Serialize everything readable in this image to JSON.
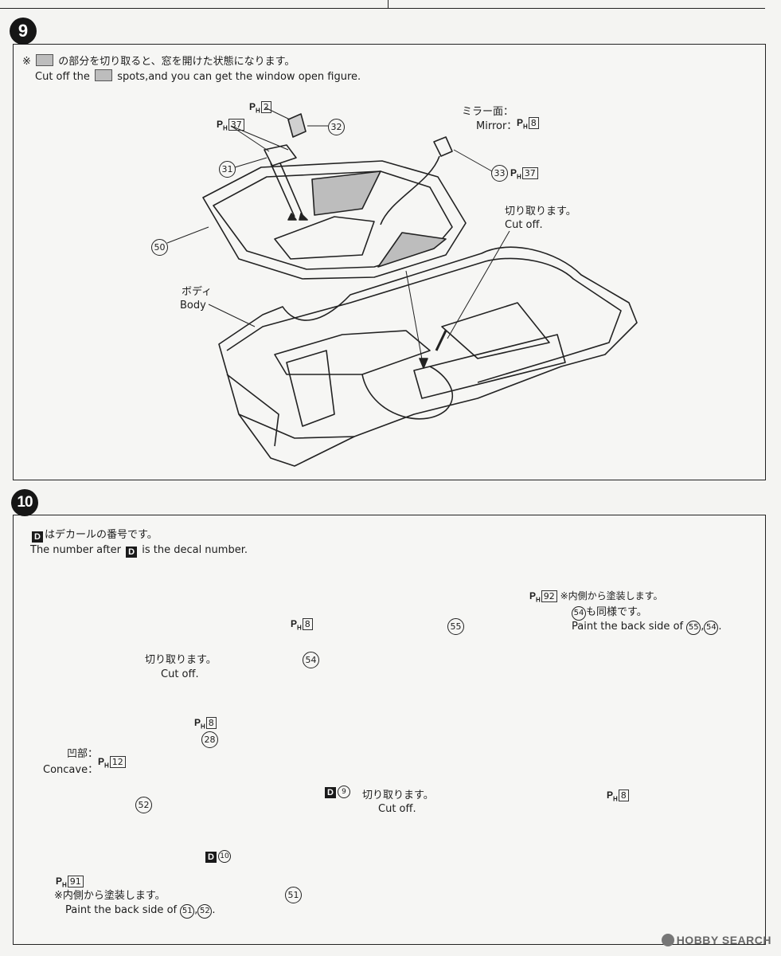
{
  "steps": {
    "s9": {
      "number": "9"
    },
    "s10": {
      "number": "10"
    }
  },
  "step9": {
    "note_jp_prefix": "※",
    "note_jp_suffix": "の部分を切り取ると、窓を開けた状態になります。",
    "note_en_prefix": "Cut off the",
    "note_en_suffix": "spots,and you can get the window open figure.",
    "paints": [
      {
        "code": "2"
      },
      {
        "code": "37"
      },
      {
        "code": "8"
      },
      {
        "code": "37"
      }
    ],
    "mirror_jp": "ミラー面：",
    "mirror_en": "Mirror：",
    "cut_jp": "切り取ります。",
    "cut_en": "Cut off.",
    "body_jp": "ボディ",
    "body_en": "Body",
    "parts": [
      "32",
      "31",
      "33",
      "50"
    ]
  },
  "step10": {
    "decal_note_jp": "はデカールの番号です。",
    "decal_note_en_prefix": "The number after",
    "decal_note_en_suffix": "is the decal number.",
    "decal_letter": "D",
    "ph92_jp": "※内側から塗装します。",
    "ph92_jp2_suffix": "も同様です。",
    "ph92_en": "Paint the back side of",
    "ph92_en_parts": [
      "55",
      "54"
    ],
    "cut1_jp": "切り取ります。",
    "cut1_en": "Cut off.",
    "cut2_jp": "切り取ります。",
    "cut2_en": "Cut off.",
    "concave_jp": "凹部：",
    "concave_en": "Concave：",
    "ph91_jp": "※内側から塗装します。",
    "ph91_en": "Paint the back side of",
    "ph91_en_parts": [
      "51",
      "52"
    ],
    "paints": [
      {
        "code": "92"
      },
      {
        "code": "8"
      },
      {
        "code": "8"
      },
      {
        "code": "12"
      },
      {
        "code": "8"
      },
      {
        "code": "91"
      }
    ],
    "decals": [
      "9",
      "10"
    ],
    "parts": [
      "55",
      "54",
      "28",
      "52",
      "51"
    ]
  },
  "ph_letter": "P",
  "ph_sub": "H",
  "watermark": "HOBBY SEARCH"
}
